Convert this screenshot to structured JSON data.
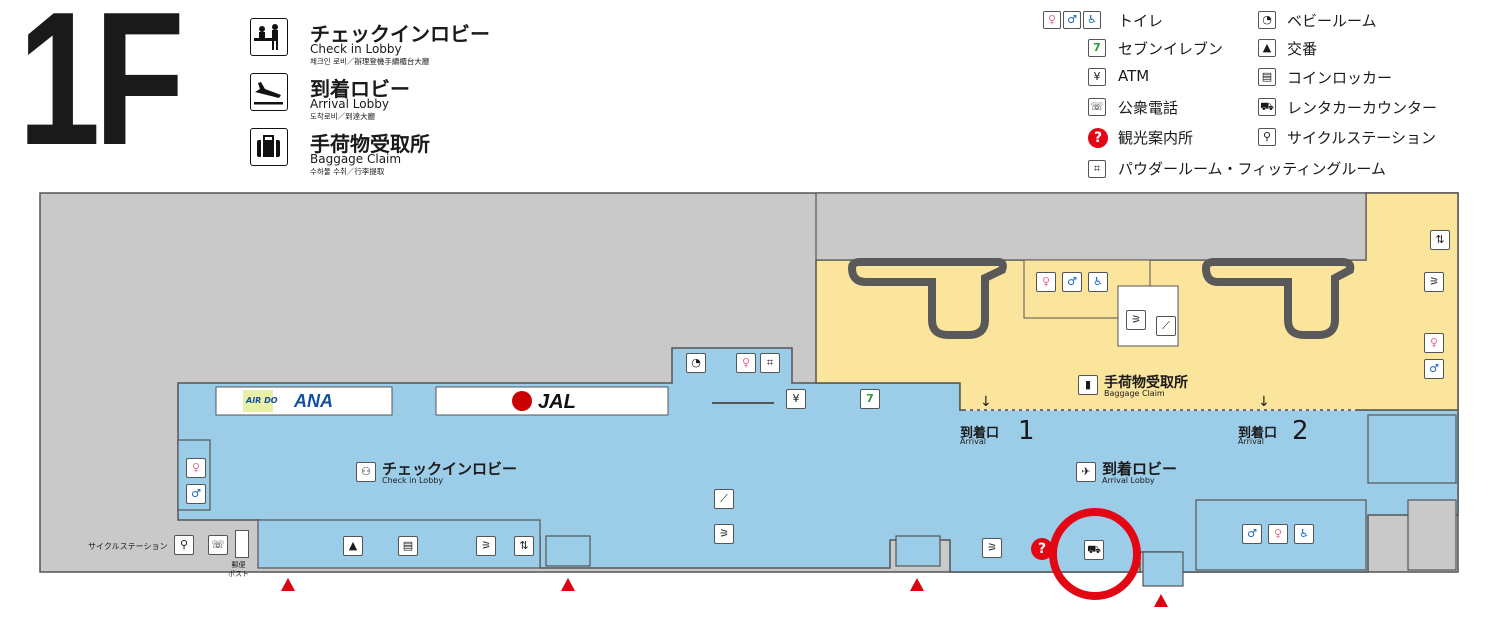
{
  "floor": {
    "label": "1F"
  },
  "header_sections": [
    {
      "ja": "チェックインロビー",
      "en": "Check in Lobby",
      "ko": "체크인 로비／辦理登機手續櫃台大廳",
      "icon": "check-in-icon"
    },
    {
      "ja": "到着ロビー",
      "en": "Arrival Lobby",
      "ko": "도착로비／到達大廳",
      "icon": "arrival-icon"
    },
    {
      "ja": "手荷物受取所",
      "en": "Baggage Claim",
      "ko": "수하물 수취／行李提取",
      "icon": "baggage-icon"
    }
  ],
  "legend": {
    "toilet": "トイレ",
    "seven_eleven": "セブンイレブン",
    "atm": "ATM",
    "phone": "公衆電話",
    "info": "観光案内所",
    "powder": "パウダールーム・フィッティングルーム",
    "baby": "ベビールーム",
    "police": "交番",
    "locker": "コインロッカー",
    "rental": "レンタカーカウンター",
    "cycle": "サイクルステーション"
  },
  "map": {
    "airdo": "AIR DO",
    "ana": "ANA",
    "jal": "JAL",
    "checkin_ja": "チェックインロビー",
    "checkin_en": "Check in Lobby",
    "arrival_ja": "到着ロビー",
    "arrival_en": "Arrival Lobby",
    "baggage_ja": "手荷物受取所",
    "baggage_en": "Baggage Claim",
    "exit1_ja": "到着口",
    "exit1_en": "Arrival",
    "exit1_num": "1",
    "exit2_ja": "到着口",
    "exit2_en": "Arrival",
    "exit2_num": "2",
    "cycle_station": "サイクルステーション",
    "postbox": "郵便\nポスト"
  },
  "colors": {
    "lobby": "#9ccde8",
    "baggage_area": "#fbe49b",
    "restricted": "#c9c9c9",
    "highlight_ring": "#e30613",
    "exit_marker": "#e0000f",
    "jal_red": "#cc0000",
    "ana_blue": "#1450a0"
  }
}
